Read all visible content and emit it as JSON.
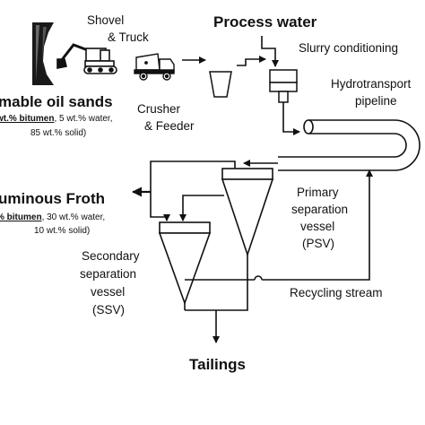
{
  "labels": {
    "shovel_truck_line1": "Shovel",
    "shovel_truck_line2": "& Truck",
    "process_water": "Process water",
    "slurry_conditioning": "Slurry conditioning",
    "hydrotransport_line1": "Hydrotransport",
    "hydrotransport_line2": "pipeline",
    "crusher_line1": "Crusher",
    "crusher_line2": "& Feeder",
    "oil_sands_title": "mable oil sands",
    "oil_sands_comp_bold": "wt.% bitumen",
    "oil_sands_comp_rest": ", 5 wt.% water,",
    "oil_sands_comp_line2": "85 wt.% solid)",
    "froth_title": "uminous Froth",
    "froth_comp_bold": "% bitumen",
    "froth_comp_rest": ", 30 wt.% water,",
    "froth_comp_line2": "10 wt.% solid)",
    "psv_line1": "Primary",
    "psv_line2": "separation",
    "psv_line3": "vessel",
    "psv_line4": "(PSV)",
    "ssv_line1": "Secondary",
    "ssv_line2": "separation",
    "ssv_line3": "vessel",
    "ssv_line4": "(SSV)",
    "recycling_stream": "Recycling stream",
    "tailings": "Tailings"
  },
  "icons": [
    "mine-face-icon",
    "excavator-icon",
    "dump-truck-icon",
    "crusher-hopper-icon",
    "conditioning-tank-icon",
    "pipeline-loop-icon",
    "psv-vessel-icon",
    "ssv-vessel-icon"
  ]
}
